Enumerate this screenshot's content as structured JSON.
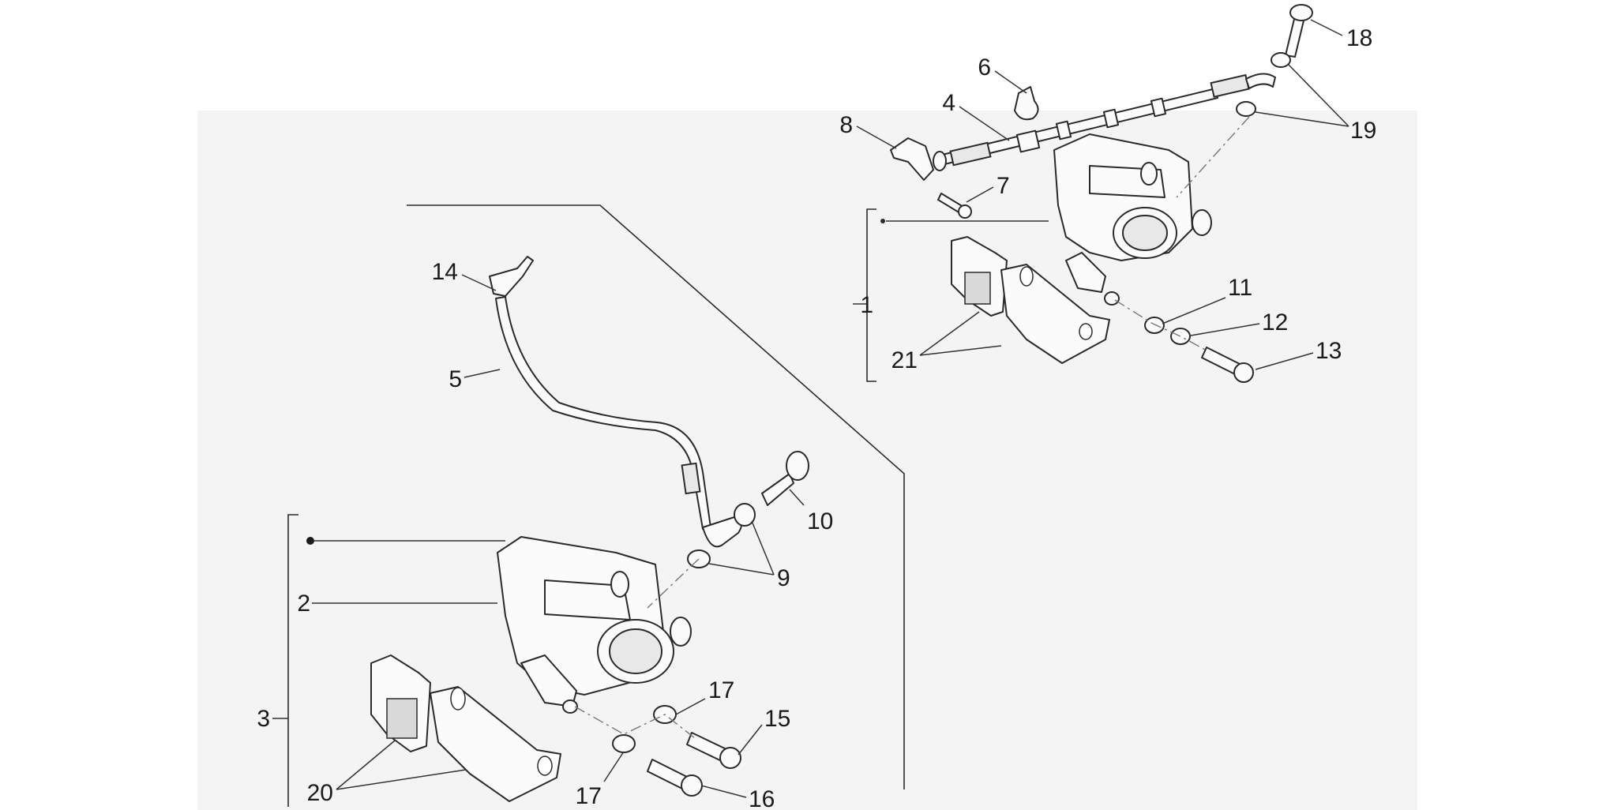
{
  "diagram": {
    "labels": {
      "l1": "1",
      "l2": "2",
      "l3": "3",
      "l4": "4",
      "l5": "5",
      "l6": "6",
      "l7": "7",
      "l8": "8",
      "l9": "9",
      "l10": "10",
      "l11": "11",
      "l12": "12",
      "l13": "13",
      "l14": "14",
      "l15": "15",
      "l16": "16",
      "l17a": "17",
      "l17b": "17",
      "l18": "18",
      "l19": "19",
      "l20": "20",
      "l21": "21"
    }
  },
  "colors": {
    "ink": "#2a2a2a",
    "background": "#ffffff",
    "panel": "#f4f4f4"
  }
}
